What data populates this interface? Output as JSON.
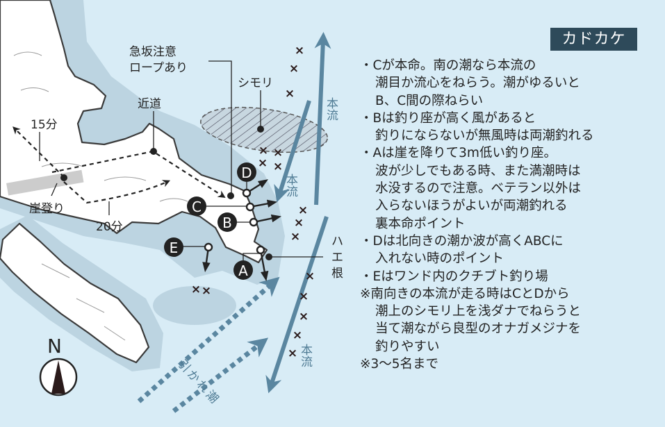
{
  "title": "カドカケ",
  "notes": [
    {
      "text": "・Cが本命。南の潮なら本流の",
      "indent": false
    },
    {
      "text": "潮目か流心をねらう。潮がゆるいと",
      "indent": true
    },
    {
      "text": "B、C間の際ねらい",
      "indent": true
    },
    {
      "text": "・Bは釣り座が高く風があると",
      "indent": false
    },
    {
      "text": "釣りにならないが無風時は両潮釣れる",
      "indent": true
    },
    {
      "text": "・Aは崖を降りて3m低い釣り座。",
      "indent": false
    },
    {
      "text": "波が少しでもある時、また満潮時は",
      "indent": true
    },
    {
      "text": "水没するので注意。ベテラン以外は",
      "indent": true
    },
    {
      "text": "入らないほうがよいが両潮釣れる",
      "indent": true
    },
    {
      "text": "裏本命ポイント",
      "indent": true
    },
    {
      "text": "・Dは北向きの潮か波が高くABCに",
      "indent": false
    },
    {
      "text": "入れない時のポイント",
      "indent": true
    },
    {
      "text": "・Eはワンド内のクチブト釣り場",
      "indent": false
    },
    {
      "text": "※南向きの本流が走る時はCとDから",
      "indent": false
    },
    {
      "text": "潮上のシモリ上を浅ダナでねらうと",
      "indent": true
    },
    {
      "text": "当て潮ながら良型のオナガメジナを",
      "indent": true
    },
    {
      "text": "釣りやすい",
      "indent": true
    },
    {
      "text": "※3～5名まで",
      "indent": false
    }
  ],
  "map": {
    "labels": {
      "steep_line1": "急坂注意",
      "steep_line2": "ロープあり",
      "shimori": "シモリ",
      "chikamichi": "近道",
      "min15": "15分",
      "min20": "20分",
      "gake": "崖登り",
      "hachikuchi": [
        "ハ",
        "エ",
        "根"
      ],
      "honryu": "本流",
      "hikare": [
        "引",
        "か",
        "れ",
        "潮"
      ],
      "north": "N"
    },
    "points": [
      "A",
      "B",
      "C",
      "D",
      "E"
    ]
  },
  "colors": {
    "sea": "#d8ecf6",
    "shallow": "#bcd4e1",
    "current": "#5a86a0",
    "title_bg": "#2e4a5a"
  }
}
